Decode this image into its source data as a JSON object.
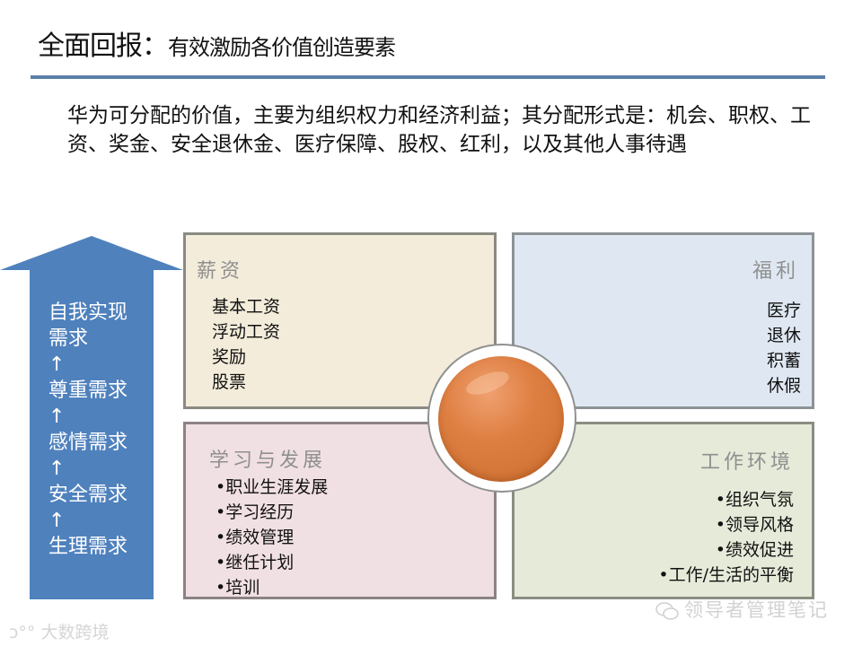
{
  "header": {
    "title_main": "全面回报：",
    "title_sub": "有效激励各价值创造要素"
  },
  "intro": "华为可分配的价值，主要为组织权力和经济利益；其分配形式是：机会、职权、工资、奖金、安全退休金、医疗保障、股权、红利，以及其他人事待遇",
  "arrow": {
    "color": "#4f81bd",
    "lines": [
      "自我实现",
      "需求",
      "↑",
      "尊重需求",
      "↑",
      "感情需求",
      "↑",
      "安全需求",
      "↑",
      "生理需求"
    ]
  },
  "quadrants": {
    "salary": {
      "title": "薪资",
      "items": [
        "基本工资",
        "浮动工资",
        "奖励",
        "股票"
      ]
    },
    "welfare": {
      "title": "福利",
      "items": [
        "医疗",
        "退休",
        "积蓄",
        "休假"
      ]
    },
    "learning": {
      "title": "学习与发展",
      "items": [
        "•职业生涯发展",
        "•学习经历",
        "•绩效管理",
        "•继任计划",
        "•培训"
      ]
    },
    "environment": {
      "title": "工作环境",
      "items": [
        "•组织气氛",
        "•领导风格",
        "•绩效促进",
        "•工作/生活的平衡"
      ]
    }
  },
  "center": {
    "color": "#d97a3a"
  },
  "watermarks": {
    "right": "领导者管理笔记",
    "left": "大数跨境"
  }
}
